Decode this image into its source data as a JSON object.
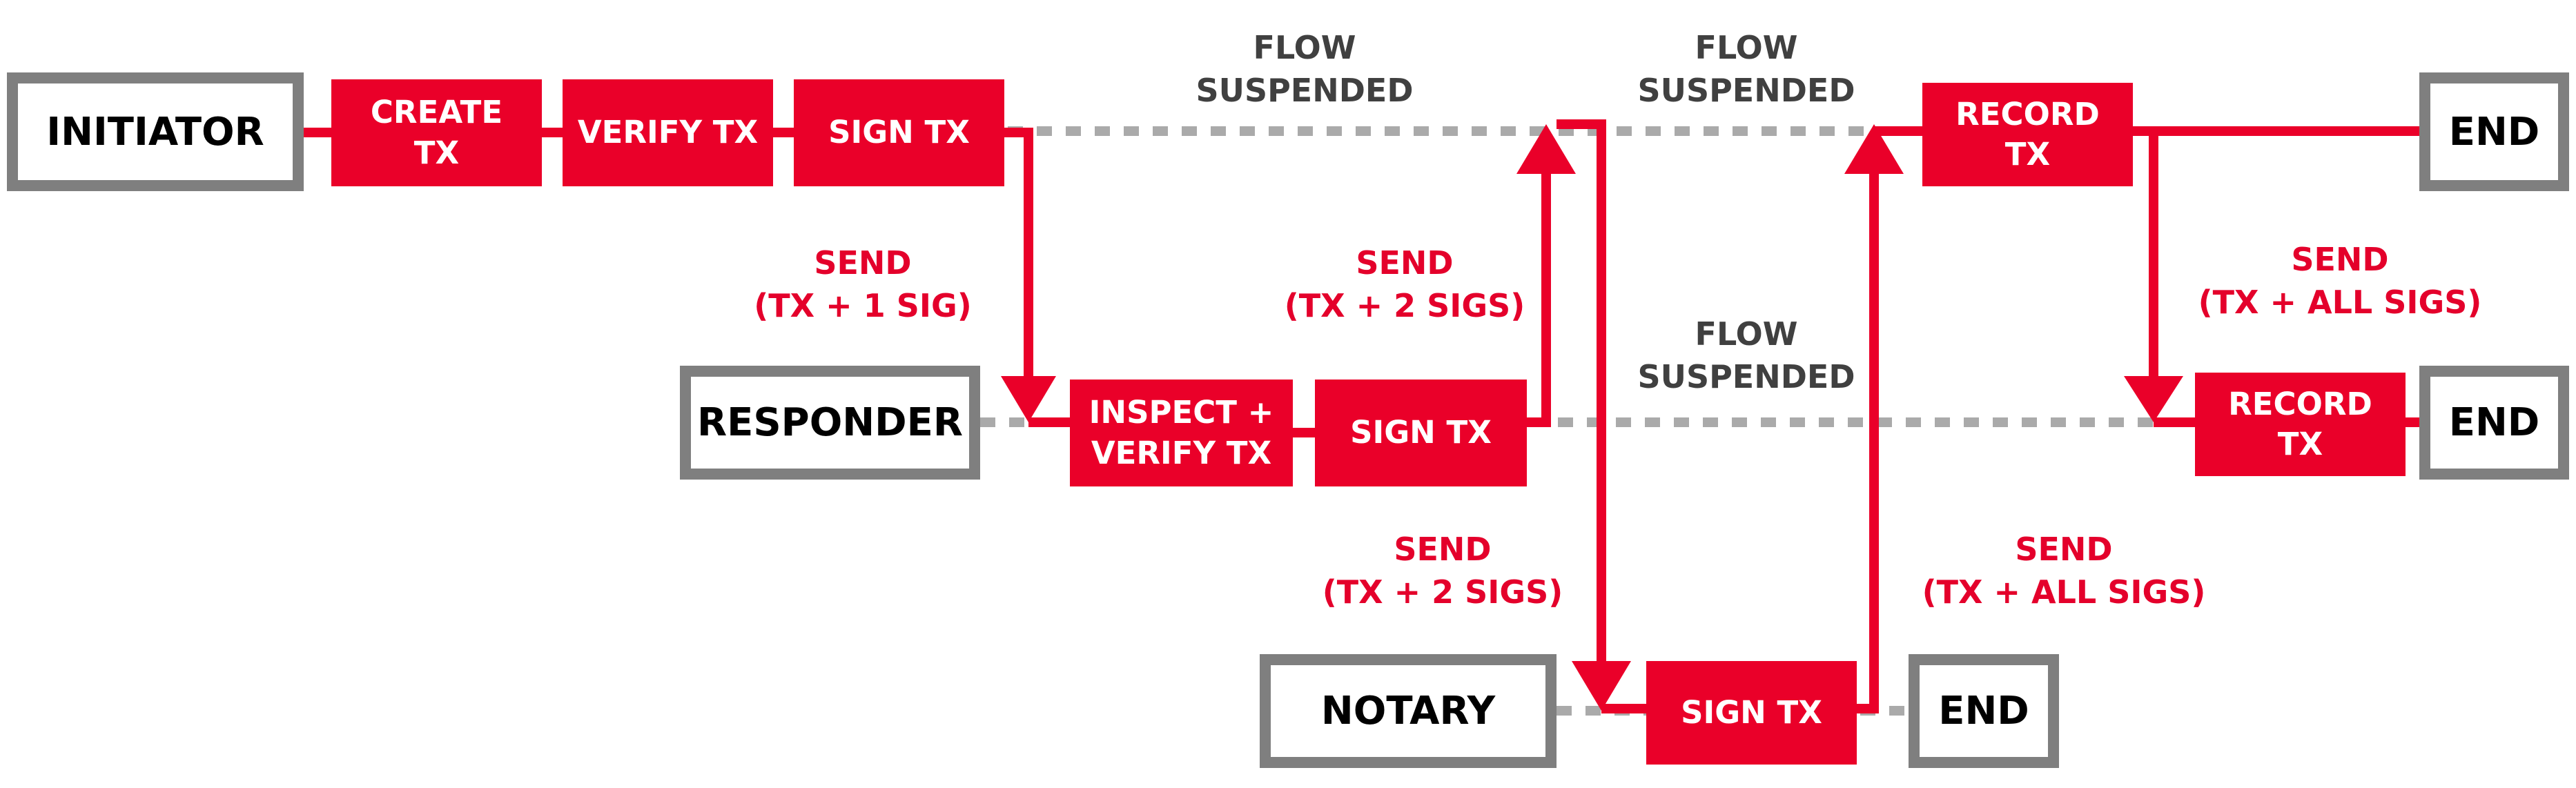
{
  "colors": {
    "accent": "#ea0029",
    "box_border": "#7f7f7f",
    "dotted_line": "#aaaaaa",
    "label_gray": "#404040"
  },
  "parties": {
    "initiator": "INITIATOR",
    "responder": "RESPONDER",
    "notary": "NOTARY"
  },
  "end_label": "END",
  "steps": {
    "create_tx": [
      "CREATE",
      "TX"
    ],
    "verify_tx": "VERIFY TX",
    "sign_tx": "SIGN TX",
    "inspect_verify": [
      "INSPECT +",
      "VERIFY TX"
    ],
    "record_tx": [
      "RECORD",
      "TX"
    ]
  },
  "send_labels": {
    "one_sig": [
      "SEND",
      "(TX + 1 SIG)"
    ],
    "two_sigs": [
      "SEND",
      "(TX + 2 SIGS)"
    ],
    "all_sigs": [
      "SEND",
      "(TX + ALL SIGS)"
    ]
  },
  "flow_suspended": [
    "FLOW",
    "SUSPENDED"
  ]
}
